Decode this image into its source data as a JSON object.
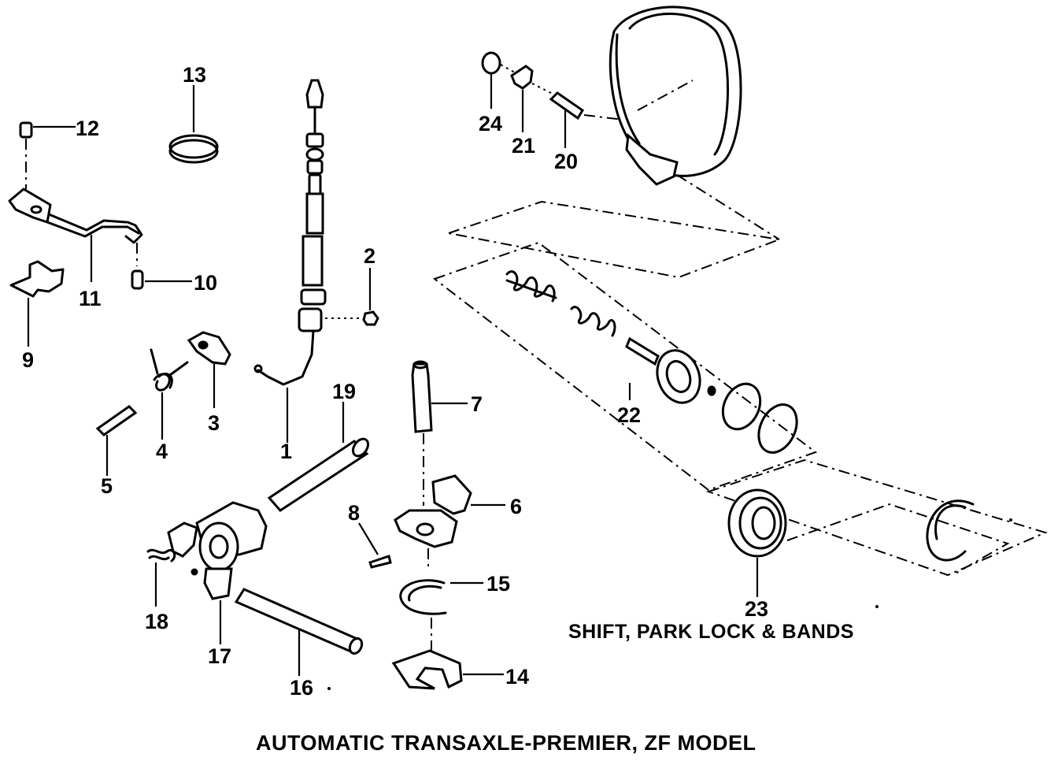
{
  "titles": {
    "section": "SHIFT, PARK LOCK & BANDS",
    "main": "AUTOMATIC TRANSAXLE-PREMIER, ZF MODEL"
  },
  "callouts": {
    "c1": "1",
    "c2": "2",
    "c3": "3",
    "c4": "4",
    "c5": "5",
    "c6": "6",
    "c7": "7",
    "c8": "8",
    "c9": "9",
    "c10": "10",
    "c11": "11",
    "c12": "12",
    "c13": "13",
    "c14": "14",
    "c15": "15",
    "c16": "16",
    "c17": "17",
    "c18": "18",
    "c19": "19",
    "c20": "20",
    "c21": "21",
    "c22": "22",
    "c23": "23",
    "c24": "24"
  }
}
